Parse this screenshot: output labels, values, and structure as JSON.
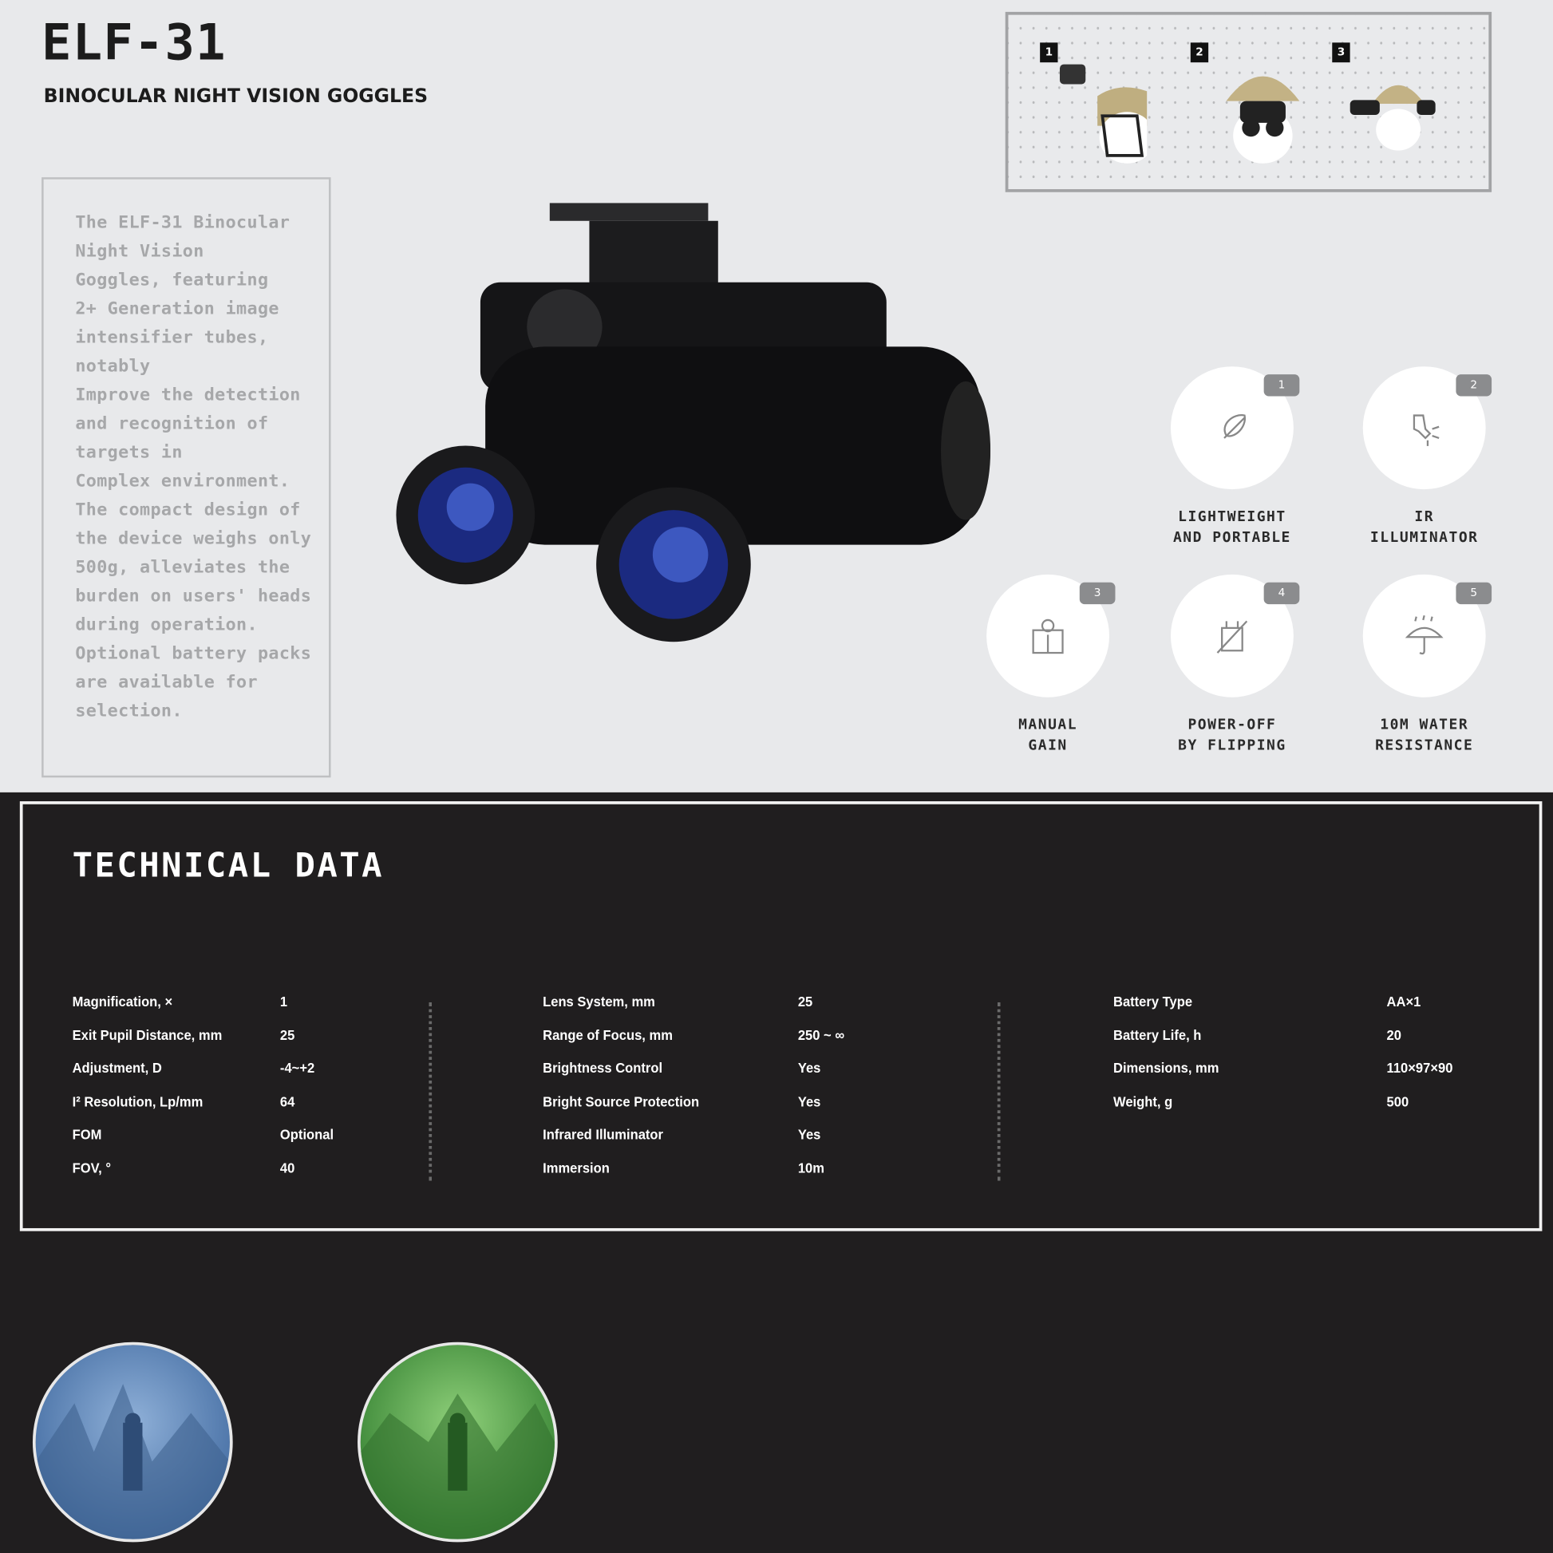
{
  "header": {
    "title": "ELF-31",
    "subtitle": "BINOCULAR NIGHT VISION GOGGLES"
  },
  "description": [
    "The ELF-31 Binocular",
    "Night Vision",
    "Goggles, featuring",
    "2+ Generation image",
    "intensifier tubes,",
    "notably",
    "Improve the detection",
    "and recognition of",
    "targets in",
    "Complex environment.",
    "The compact design of",
    "the device weighs only",
    "500g, alleviates the",
    "burden on users' heads",
    "during operation.",
    "Optional battery packs",
    "are available for",
    "selection."
  ],
  "mounting": {
    "numbers": [
      "1",
      "2",
      "3"
    ]
  },
  "features": [
    {
      "num": "1",
      "line1": "LIGHTWEIGHT",
      "line2": "AND PORTABLE",
      "icon": "feather-icon"
    },
    {
      "num": "2",
      "line1": "IR",
      "line2": "ILLUMINATOR",
      "icon": "flashlight-icon"
    },
    {
      "num": "3",
      "line1": "MANUAL",
      "line2": "GAIN",
      "icon": "gear-box-icon"
    },
    {
      "num": "4",
      "line1": "POWER-OFF",
      "line2": "BY FLIPPING",
      "icon": "power-off-icon"
    },
    {
      "num": "5",
      "line1": "10M WATER",
      "line2": "RESISTANCE",
      "icon": "umbrella-icon"
    }
  ],
  "tech": {
    "title": "TECHNICAL DATA",
    "col1": [
      [
        "Magnification, ×",
        "1"
      ],
      [
        "Exit Pupil Distance, mm",
        "25"
      ],
      [
        "Adjustment, D",
        "-4~+2"
      ],
      [
        "I² Resolution, Lp/mm",
        "64"
      ],
      [
        "FOM",
        "Optional"
      ],
      [
        "FOV, °",
        "40"
      ]
    ],
    "col2": [
      [
        "Lens System, mm",
        "25"
      ],
      [
        "Range of Focus, mm",
        "250 ~ ∞"
      ],
      [
        "Brightness Control",
        "Yes"
      ],
      [
        "Bright Source Protection",
        "Yes"
      ],
      [
        "Infrared Illuminator",
        "Yes"
      ],
      [
        "Immersion",
        "10m"
      ]
    ],
    "col3": [
      [
        "Battery Type",
        "AA×1"
      ],
      [
        "Battery Life, h",
        "20"
      ],
      [
        "Dimensions, mm",
        "110×97×90"
      ],
      [
        "Weight, g",
        "500"
      ]
    ]
  },
  "colors": {
    "blue_scene": "#5f86b8",
    "green_scene": "#4f9a45"
  }
}
